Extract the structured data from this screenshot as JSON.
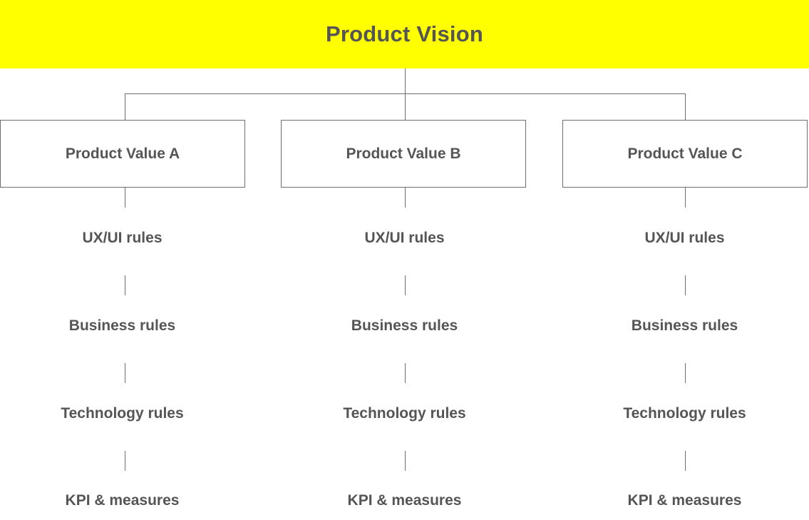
{
  "diagram": {
    "title": "Product Vision",
    "colors": {
      "header_bg": "#ffff00",
      "text": "#555555",
      "line": "#6e6e6e"
    },
    "columns": [
      {
        "value_label": "Product Value A",
        "rules": [
          "UX/UI rules",
          "Business rules",
          "Technology rules",
          "KPI & measures"
        ]
      },
      {
        "value_label": "Product Value B",
        "rules": [
          "UX/UI rules",
          "Business rules",
          "Technology rules",
          "KPI & measures"
        ]
      },
      {
        "value_label": "Product Value C",
        "rules": [
          "UX/UI rules",
          "Business rules",
          "Technology rules",
          "KPI & measures"
        ]
      }
    ]
  }
}
